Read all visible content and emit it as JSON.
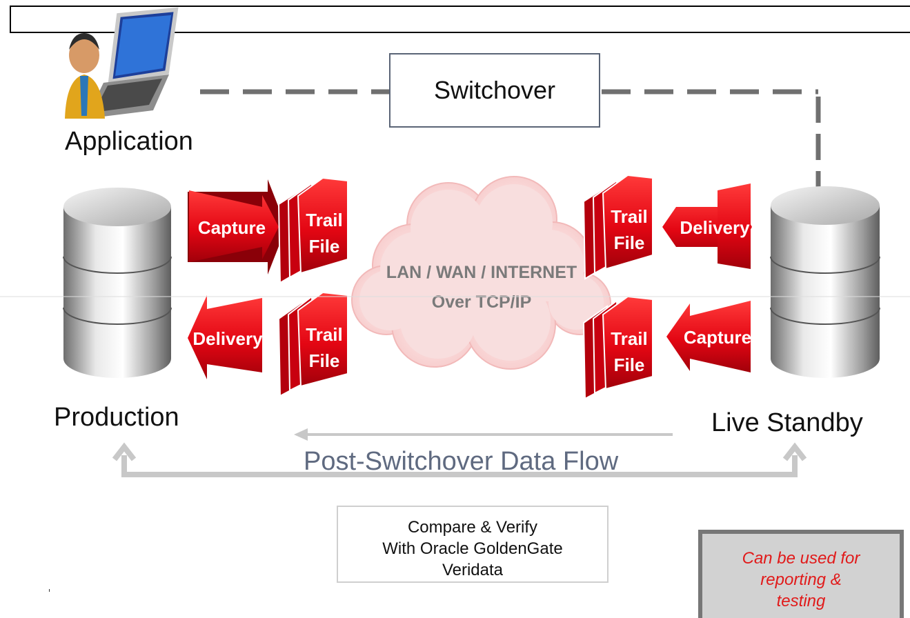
{
  "title_bar": "",
  "switchover": {
    "label": "Switchover"
  },
  "application": {
    "label": "Application"
  },
  "production": {
    "label": "Production"
  },
  "standby": {
    "label": "Live Standby"
  },
  "cloud": {
    "line1": "LAN / WAN / INTERNET",
    "line2": "Over TCP/IP"
  },
  "left_top_arrow": "Capture",
  "left_bottom_arrow": "Delivery",
  "right_top_arrow": "Delivery",
  "right_bottom_arrow": "Capture",
  "trail_file": {
    "line1": "Trail",
    "line2": "File"
  },
  "flow": {
    "label": "Post-Switchover Data Flow"
  },
  "verify": {
    "line1": "Compare & Verify",
    "line2": "With Oracle GoldenGate",
    "line3": "Veridata"
  },
  "note": {
    "line1": "Can be used for",
    "line2": "reporting &",
    "line3": "testing"
  },
  "colors": {
    "accent_red": "#e30613",
    "dark_red": "#a1000a",
    "dashed_gray": "#707070",
    "flow_gray": "#c8c8c8"
  },
  "icons": [
    "user-computer-icon",
    "database-icon",
    "cloud-icon",
    "document-stack-icon",
    "arrow-icon"
  ]
}
